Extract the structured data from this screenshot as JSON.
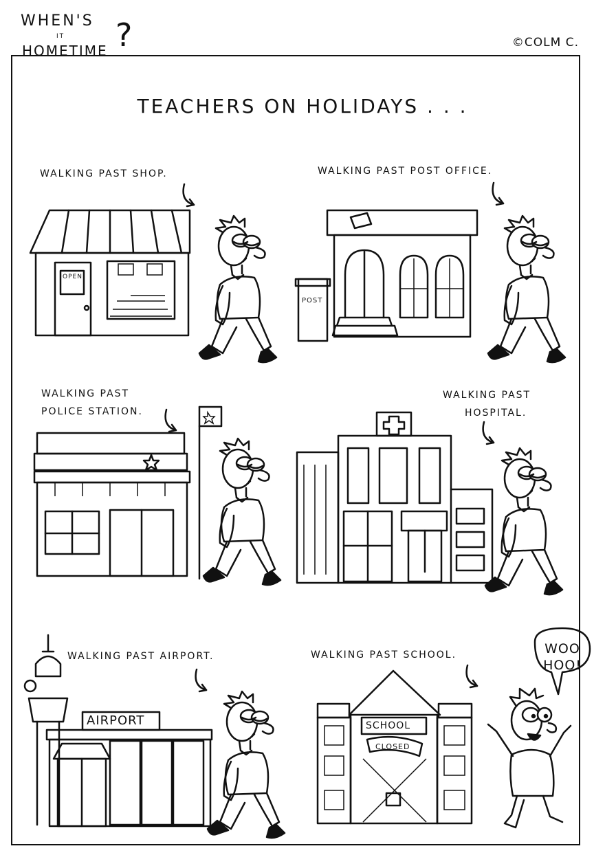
{
  "brand": {
    "line1": "WHEN'S",
    "line2": "IT",
    "line3": "HOMETIME",
    "mark": "?"
  },
  "credit": "©COLM C.",
  "title": "TEACHERS ON HOLIDAYS . . .",
  "panels": [
    {
      "caption": "WALKING PAST SHOP.",
      "signs": [
        "OPEN"
      ]
    },
    {
      "caption": "WALKING PAST POST OFFICE.",
      "signs": [
        "POST"
      ]
    },
    {
      "caption": [
        "WALKING PAST",
        "POLICE STATION."
      ]
    },
    {
      "caption": [
        "WALKING PAST",
        "HOSPITAL."
      ]
    },
    {
      "caption": "WALKING PAST AIRPORT.",
      "signs": [
        "AIRPORT"
      ]
    },
    {
      "caption": "WALKING PAST SCHOOL.",
      "signs": [
        "SCHOOL",
        "CLOSED"
      ],
      "speech": [
        "WOO",
        "HOO!"
      ]
    }
  ]
}
